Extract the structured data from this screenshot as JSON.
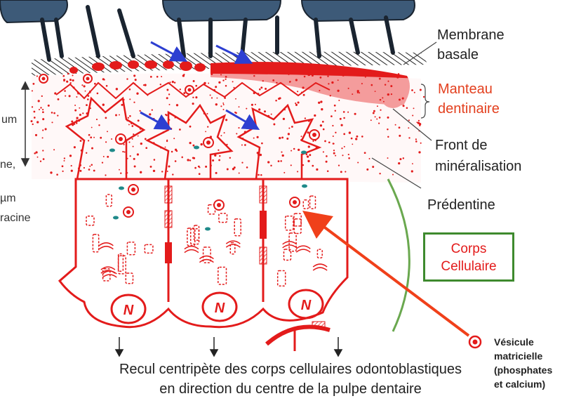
{
  "labels": {
    "membrane_line1": "Membrane",
    "membrane_line2": "basale",
    "manteau_line1": "Manteau",
    "manteau_line2": "dentinaire",
    "front_line1": "Front de",
    "front_line2": "minéralisation",
    "predentine": "Prédentine",
    "corps_line1": "Corps",
    "corps_line2": "Cellulaire",
    "vesicule_line1": "Vésicule",
    "vesicule_line2": "matricielle",
    "vesicule_line3": "(phosphates",
    "vesicule_line4": "et calcium)",
    "nucleus": "N",
    "caption_line1": "Recul centripète des corps cellulaires odontoblastiques",
    "caption_line2": "en direction du centre de la pulpe dentaire",
    "left_cut_1": "um",
    "left_cut_2": "ne,",
    "left_cut_3": "µm",
    "left_cut_4": "racine"
  },
  "colors": {
    "cell_red": "#e31b1b",
    "label_orange": "#e3401f",
    "box_green": "#3e8a2e",
    "arc_green": "#6aa84f",
    "arrow_blue": "#2d3fd1",
    "epithelium_blue": "#3d5a78"
  }
}
